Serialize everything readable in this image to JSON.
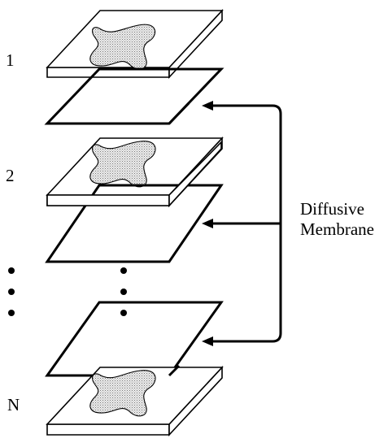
{
  "labels": {
    "layer_1": "1",
    "layer_2": "2",
    "layer_n": "N",
    "membrane_line1": "Diffusive",
    "membrane_line2": "Membrane"
  },
  "colors": {
    "stroke": "#000000",
    "plate_fill": "#ffffff",
    "cell_fill": "#d8d8d8"
  }
}
